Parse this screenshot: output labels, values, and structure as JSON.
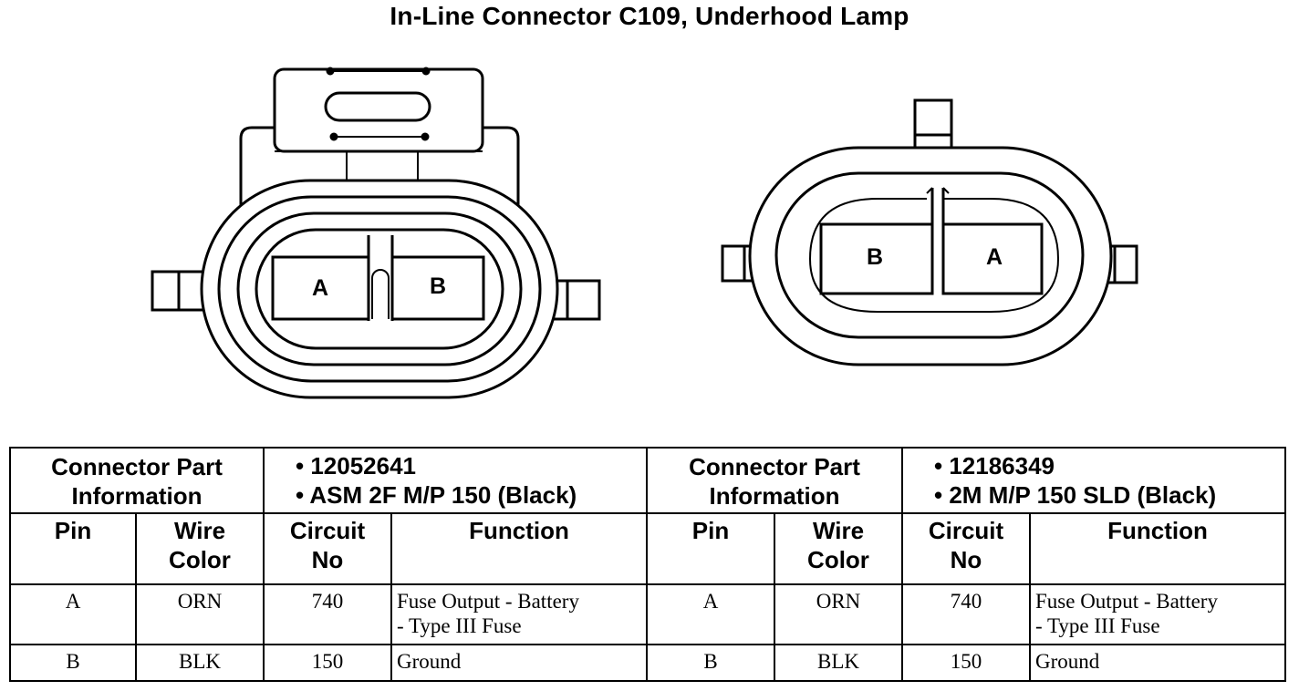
{
  "title": "In-Line Connector C109, Underhood Lamp",
  "left_connector": {
    "cavity_labels": [
      "A",
      "B"
    ]
  },
  "right_connector": {
    "cavity_labels": [
      "B",
      "A"
    ]
  },
  "table": {
    "left": {
      "part_info_label": [
        "Connector Part",
        "Information"
      ],
      "part_info": [
        "• 12052641",
        "• ASM 2F M/P 150 (Black)"
      ],
      "headers": {
        "pin": "Pin",
        "wire_color": [
          "Wire",
          "Color"
        ],
        "circuit_no": [
          "Circuit",
          "No"
        ],
        "function": "Function"
      },
      "rows": [
        {
          "pin": "A",
          "wire_color": "ORN",
          "circuit": "740",
          "function": [
            "Fuse Output - Battery",
            "- Type III Fuse"
          ]
        },
        {
          "pin": "B",
          "wire_color": "BLK",
          "circuit": "150",
          "function": [
            "Ground"
          ]
        }
      ]
    },
    "right": {
      "part_info_label": [
        "Connector Part",
        "Information"
      ],
      "part_info": [
        "• 12186349",
        "• 2M M/P 150 SLD (Black)"
      ],
      "headers": {
        "pin": "Pin",
        "wire_color": [
          "Wire",
          "Color"
        ],
        "circuit_no": [
          "Circuit",
          "No"
        ],
        "function": "Function"
      },
      "rows": [
        {
          "pin": "A",
          "wire_color": "ORN",
          "circuit": "740",
          "function": [
            "Fuse Output - Battery",
            "- Type III Fuse"
          ]
        },
        {
          "pin": "B",
          "wire_color": "BLK",
          "circuit": "150",
          "function": [
            "Ground"
          ]
        }
      ]
    }
  }
}
